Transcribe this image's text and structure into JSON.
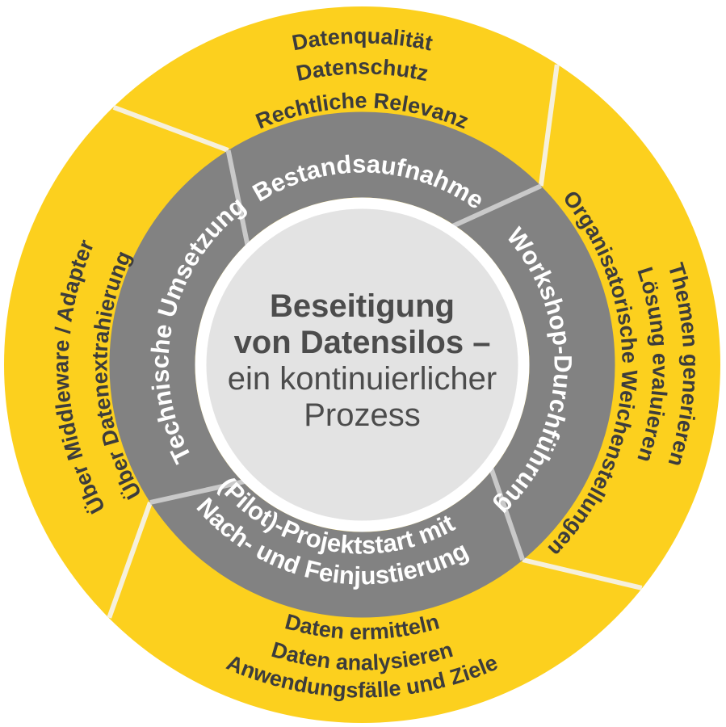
{
  "colors": {
    "yellow": "#fcd01e",
    "ring_gray": "#828282",
    "center_gray": "#e3e3e3",
    "white": "#ffffff",
    "divider_cream": "#f6f0dc",
    "divider_gray": "#c9c9c9",
    "text_dark": "#3c3c3c",
    "text_center": "#4c4c4c"
  },
  "center": {
    "line1": "Beseitigung",
    "line2": "von Datensilos –",
    "line3": "ein kontinuierlicher",
    "line4": "Prozess"
  },
  "inner_ring": {
    "top": "Bestandsaufnahme",
    "right": "Workshop-Durchführung",
    "bottom_line1": "(Pilot)-Projektstart mit",
    "bottom_line2": "Nach- und Feinjustierung",
    "left": "Technische Umsetzung"
  },
  "outer_ring": {
    "top_lines": [
      "Datenqualität",
      "Datenschutz",
      "Rechtliche Relevanz"
    ],
    "right_inner": "Organisatorische Weichenstellungen",
    "right_lines": [
      "Themen generieren",
      "Lösung evaluieren"
    ],
    "bottom_lines": [
      "Daten ermitteln",
      "Daten analysieren",
      "Anwendungsfälle und Ziele"
    ],
    "left_lines": [
      "Über Middleware / Adapter",
      "Über Datenextrahierung"
    ]
  }
}
